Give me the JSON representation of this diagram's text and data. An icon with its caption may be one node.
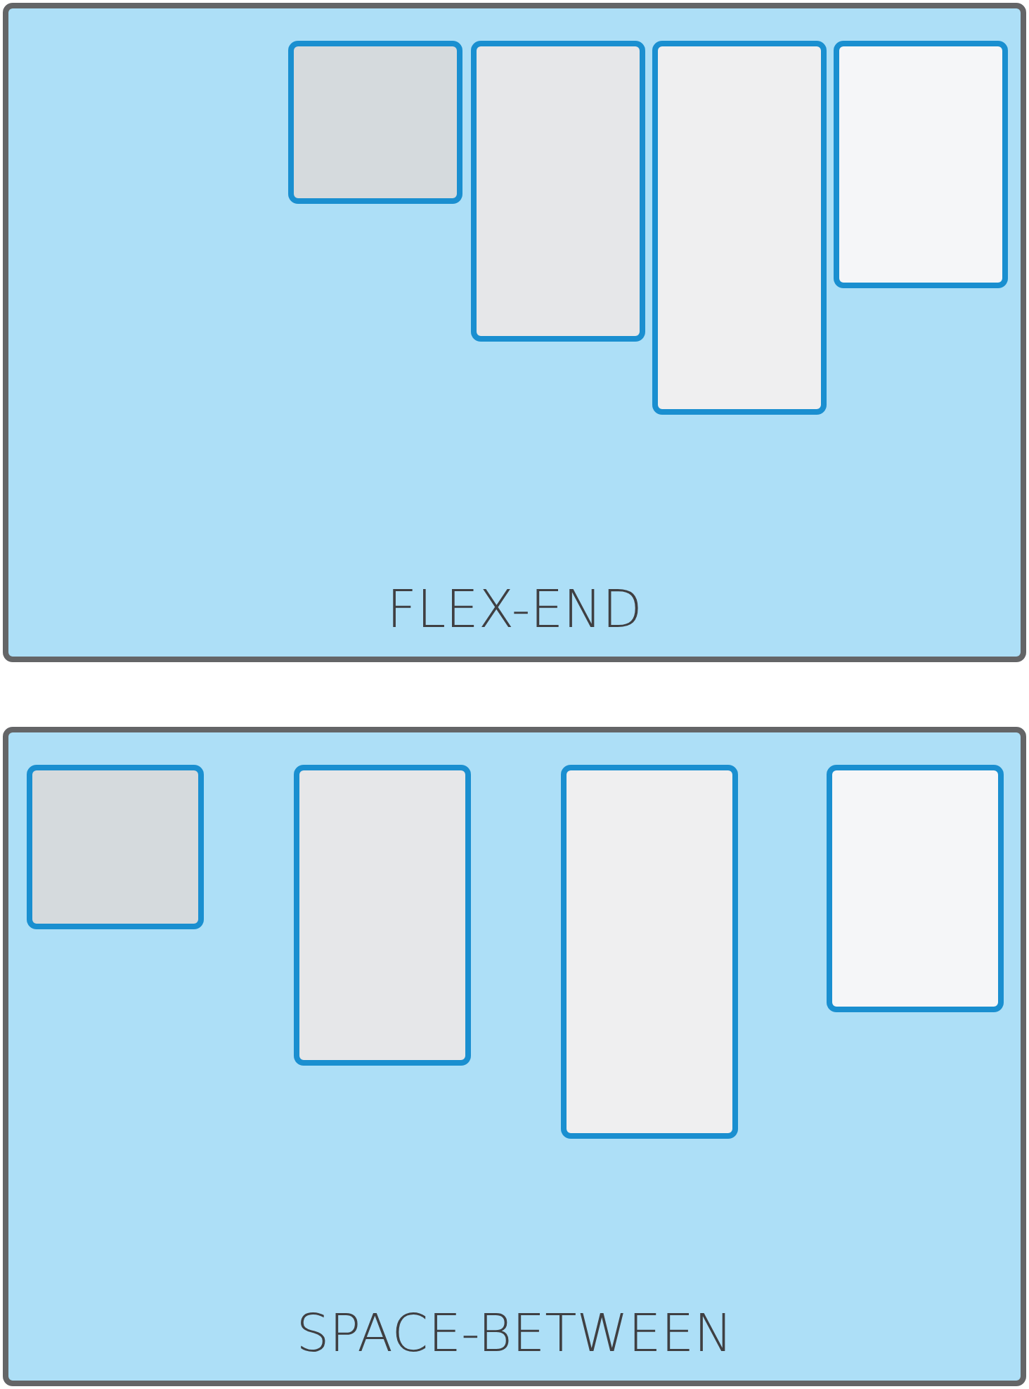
{
  "diagram": {
    "nodes": [
      {
        "text": [
          "FLEX-END"
        ]
      },
      {
        "text": [],
        "shape": "box",
        "in": 0
      },
      {
        "text": [],
        "shape": "box",
        "in": 0
      },
      {
        "text": [],
        "shape": "box",
        "in": 0
      },
      {
        "text": [],
        "shape": "box",
        "in": 0
      },
      {
        "text": [
          "SPACE-BETWEEN"
        ]
      },
      {
        "text": [],
        "shape": "box",
        "in": 5
      },
      {
        "text": [],
        "shape": "box",
        "in": 5
      },
      {
        "text": [],
        "shape": "box",
        "in": 5
      },
      {
        "text": [],
        "shape": "box",
        "in": 5
      }
    ]
  }
}
